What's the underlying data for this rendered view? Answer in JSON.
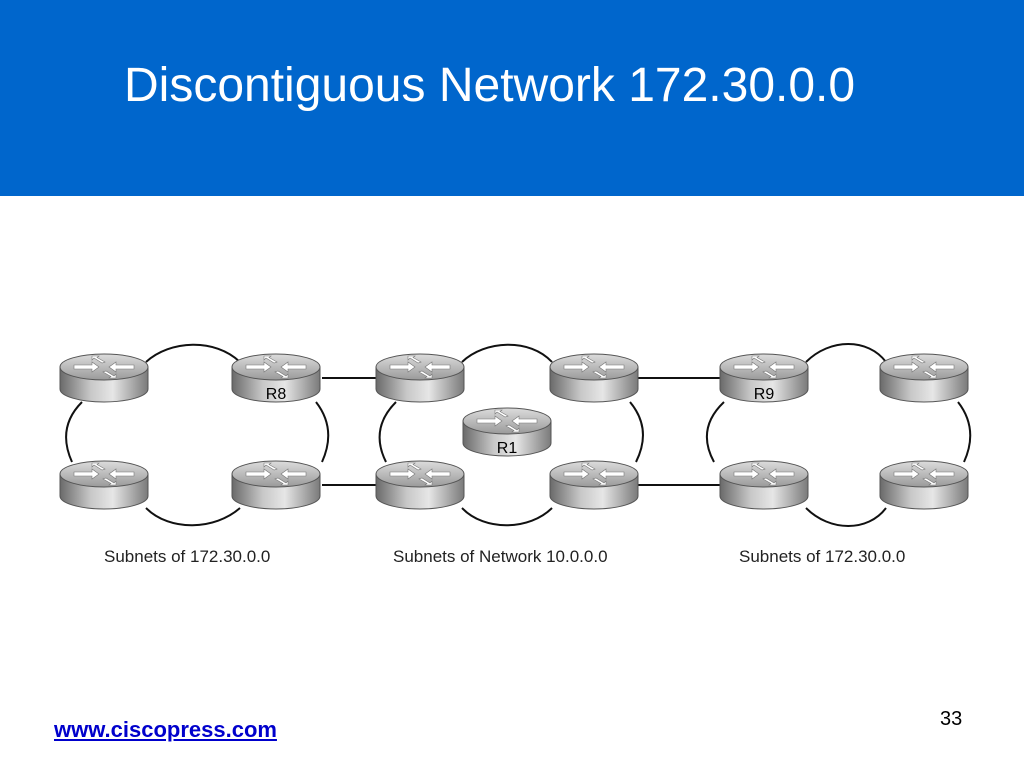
{
  "slide": {
    "title": "Discontiguous Network 172.30.0.0",
    "footer_link": "www.ciscopress.com",
    "page_number": "33"
  },
  "colors": {
    "header_bg": "#0066cc",
    "title_text": "#ffffff",
    "link": "#0000cc"
  },
  "diagram": {
    "clouds": [
      {
        "label": "Subnets of 172.30.0.0"
      },
      {
        "label": "Subnets of Network 10.0.0.0"
      },
      {
        "label": "Subnets of 172.30.0.0"
      }
    ],
    "routers": [
      {
        "label": ""
      },
      {
        "label": "R8"
      },
      {
        "label": ""
      },
      {
        "label": ""
      },
      {
        "label": ""
      },
      {
        "label": ""
      },
      {
        "label": "R1"
      },
      {
        "label": ""
      },
      {
        "label": ""
      },
      {
        "label": "R9"
      },
      {
        "label": ""
      },
      {
        "label": ""
      },
      {
        "label": ""
      }
    ]
  }
}
